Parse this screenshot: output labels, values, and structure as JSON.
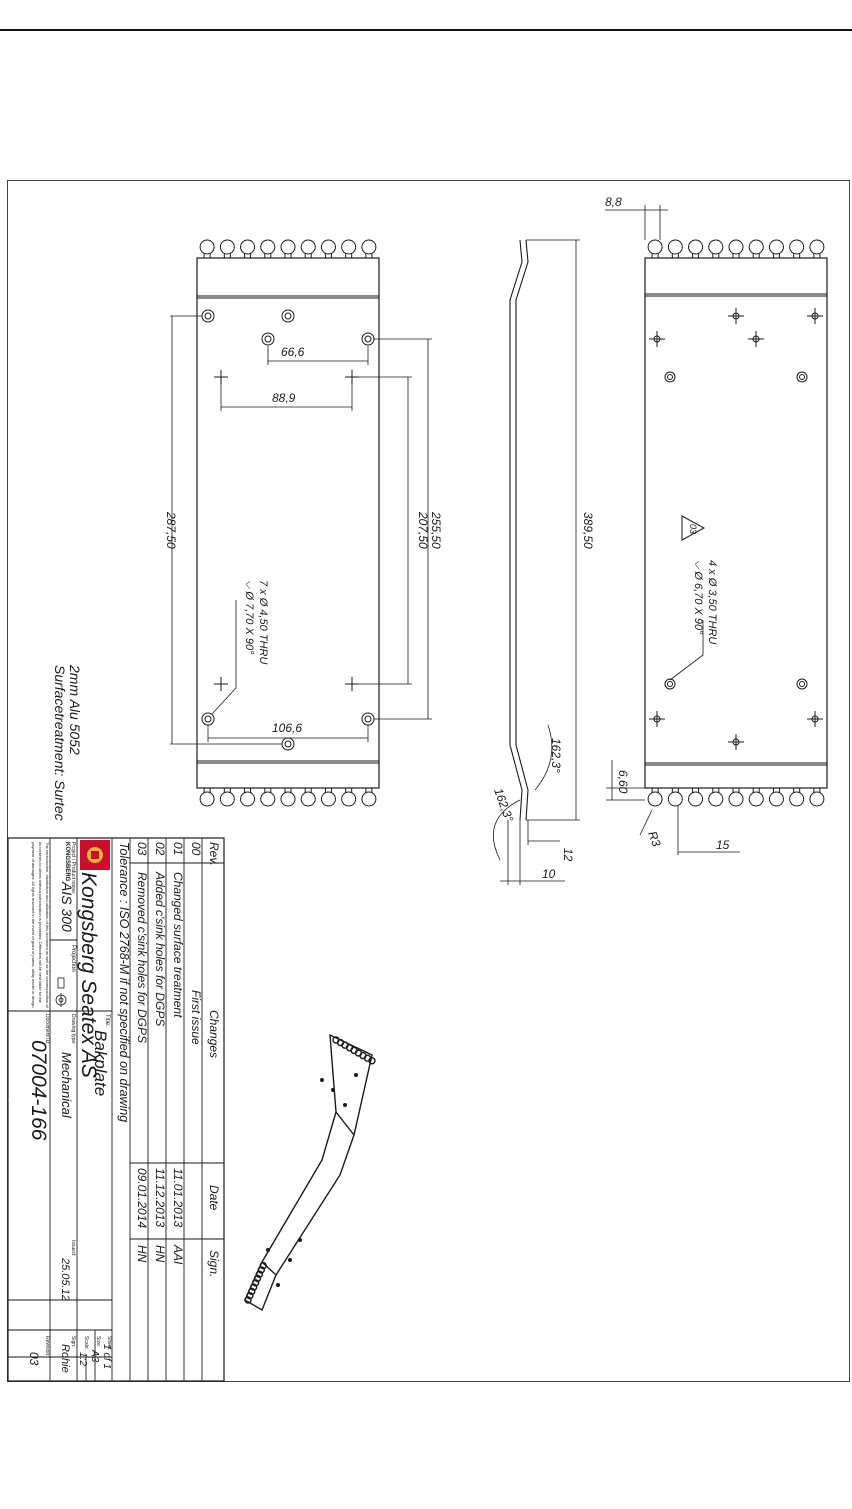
{
  "dimensions": {
    "d_8_8": "8,8",
    "d_66_6": "66,6",
    "d_88_9": "88,9",
    "d_287_50": "287,50",
    "d_255_50": "255,50",
    "d_207_50": "207,50",
    "d_389_50": "389,50",
    "d_106_6": "106,6",
    "d_162_3_a": "162,3°",
    "d_162_3_b": "162,3°",
    "d_6_60": "6,60",
    "d_r3": "R3",
    "d_15": "15",
    "d_12": "12",
    "d_10": "10"
  },
  "notes": {
    "hole_front_1": "7 x Ø 4,50 THRU",
    "hole_front_2": "⌵ Ø 7,70 X 90°",
    "hole_back_1": "4 x Ø 3,50 THRU",
    "hole_back_2": "⌵ Ø 6,70 X 90°",
    "revision_marker": "03",
    "material_1": "2mm Alu 5052",
    "material_2": "Surfacetreatment: Surtec"
  },
  "title_block": {
    "headers": {
      "rev": "Rev.",
      "changes": "Changes",
      "date": "Date",
      "sign": "Sign."
    },
    "rows": [
      {
        "rev": "00",
        "change": "First issue",
        "date": "",
        "sign": ""
      },
      {
        "rev": "01",
        "change": "Changed surface treatment",
        "date": "11.01.2013",
        "sign": "AAI"
      },
      {
        "rev": "02",
        "change": "Added c'sink holes for DGPS",
        "date": "11.12.2013",
        "sign": "HN"
      },
      {
        "rev": "03",
        "change": "Removed c'sink holes for DGPS",
        "date": "09.01.2014",
        "sign": "HN"
      }
    ],
    "tolerance": "Tolerance : ISO 2768-M if not specified on drawing",
    "company": "Kongsberg Seatex AS",
    "logo_word": "KONGSBERG",
    "title_label": "Title:",
    "title": "Bakplate",
    "project_label": "Project / Product name:",
    "project": "AIS 300",
    "projection_label": "Projection",
    "drawing_type_label": "Drawing type:",
    "drawing_type": "Mechanical",
    "document_id_label": "Document ID:",
    "document_id": "07004-166",
    "issued_label": "Issued:",
    "issued": "25.05.12",
    "sign_label": "Sign:",
    "sign": "Rohie",
    "revision_label": "Revision:",
    "revision": "03",
    "sheet_label": "Sheet:",
    "sheet": "1 of 1",
    "size_label": "Size:",
    "size": "A3",
    "scale_label": "Scale:",
    "scale": "1:2",
    "disclaimer_1": "The reproduction, distribution and utilization of this document as well as the communication of",
    "disclaimer_2": "its contents to others without authorization is prohibited. Offenders will be held liable for the",
    "disclaimer_3": "payment of damages. All rights reserved in the event of grant of patent, utility model or design."
  },
  "colors": {
    "line": "#1a1a1a",
    "logo_red": "#c8102e",
    "logo_gold": "#e2b33b"
  }
}
